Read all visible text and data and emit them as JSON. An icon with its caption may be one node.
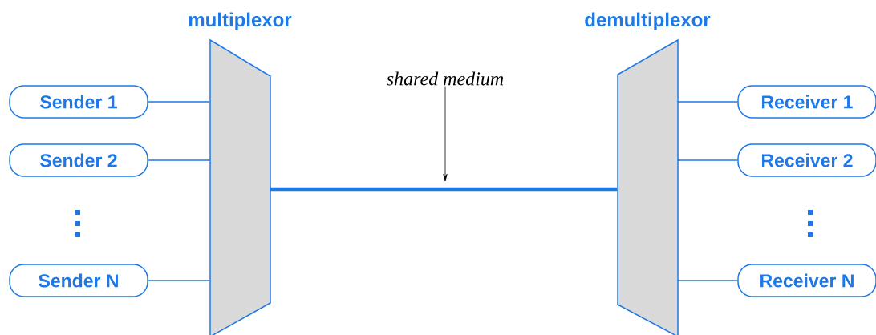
{
  "diagram": {
    "nodes": [
      {
        "text": [
          "Sender 1"
        ]
      },
      {
        "text": [
          "Sender 2"
        ]
      },
      {
        "text": [
          "Sender N"
        ]
      },
      {
        "text": [
          "multiplexor"
        ]
      },
      {
        "text": [
          "shared medium"
        ]
      },
      {
        "text": [
          "demultiplexor"
        ]
      },
      {
        "text": [
          "Receiver 1"
        ]
      },
      {
        "text": [
          "Receiver 2"
        ]
      },
      {
        "text": [
          "Receiver N"
        ]
      }
    ],
    "edges": [
      {
        "from": 0,
        "to": 3,
        "arrow": "none"
      },
      {
        "from": 1,
        "to": 3,
        "arrow": "none"
      },
      {
        "from": 2,
        "to": 3,
        "arrow": "none"
      },
      {
        "from": 3,
        "to": 5,
        "arrow": "none",
        "style": "thick"
      },
      {
        "from": 5,
        "to": 6,
        "arrow": "none"
      },
      {
        "from": 5,
        "to": 7,
        "arrow": "none"
      },
      {
        "from": 5,
        "to": 8,
        "arrow": "none"
      },
      {
        "from": 4,
        "to": null,
        "arrow": "to",
        "color": "#000000"
      }
    ]
  }
}
